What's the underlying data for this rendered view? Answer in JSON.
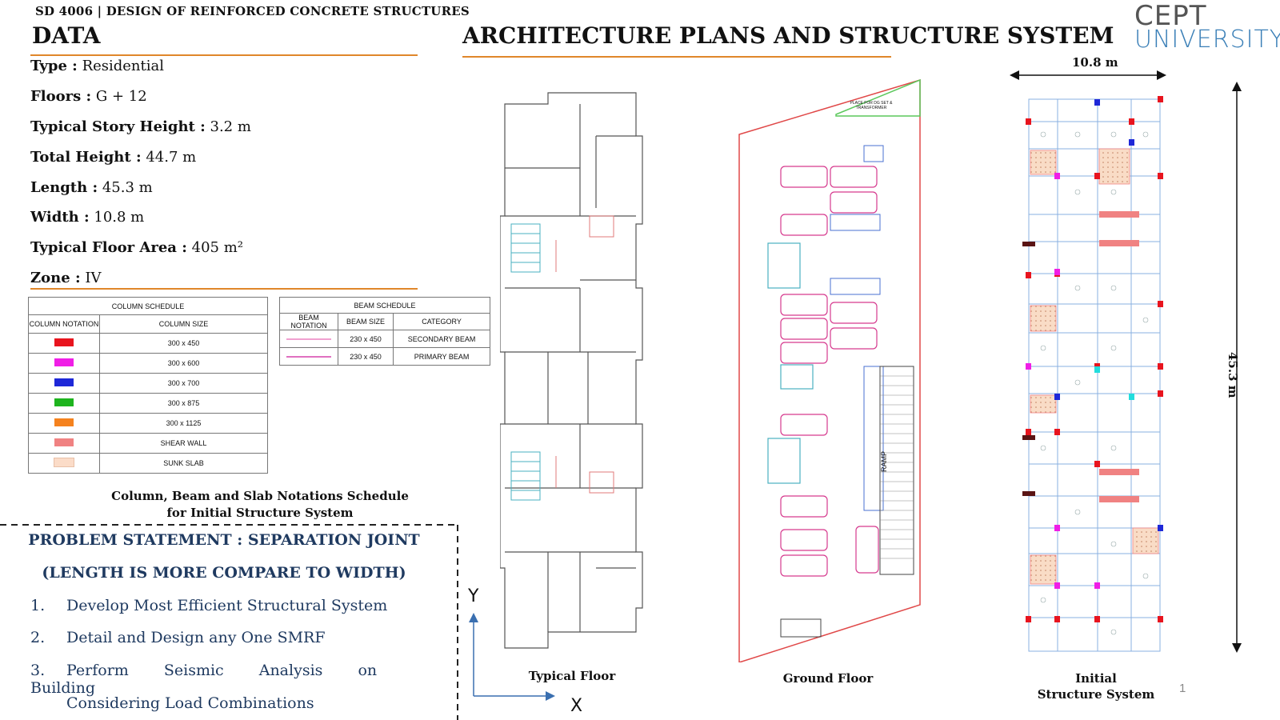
{
  "header": {
    "course": "SD 4006  |  DESIGN OF REINFORCED CONCRETE STRUCTURES",
    "data_title": "DATA",
    "arch_title": "ARCHITECTURE PLANS AND STRUCTURE SYSTEM",
    "logo_line1": "CEPT",
    "logo_line2": "UNIVERSITY"
  },
  "data_items": [
    {
      "label": "Type :",
      "value": "Residential"
    },
    {
      "label": "Floors :",
      "value": "G + 12"
    },
    {
      "label": "Typical Story Height :",
      "value": "3.2 m"
    },
    {
      "label": "Total Height :",
      "value": "44.7 m"
    },
    {
      "label": "Length :",
      "value": "45.3 m"
    },
    {
      "label": "Width :",
      "value": "10.8 m"
    },
    {
      "label": "Typical Floor Area :",
      "value": "405 m²"
    },
    {
      "label": "Zone :",
      "value": "IV"
    }
  ],
  "column_schedule": {
    "title": "COLUMN SCHEDULE",
    "headers": [
      "COLUMN NOTATION",
      "COLUMN SIZE"
    ],
    "rows": [
      {
        "color": "#e8141e",
        "size": "300 x 450"
      },
      {
        "color": "#f01ee6",
        "size": "300 x 600"
      },
      {
        "color": "#1e28d8",
        "size": "300 x 700"
      },
      {
        "color": "#1eb41e",
        "size": "300 x 875"
      },
      {
        "color": "#f5821e",
        "size": "300 x 1125"
      },
      {
        "color": "#f08282",
        "size": "SHEAR WALL"
      },
      {
        "color": "#fbdcc8",
        "size": "SUNK SLAB"
      }
    ]
  },
  "beam_schedule": {
    "title": "BEAM SCHEDULE",
    "headers": [
      "BEAM NOTATION",
      "BEAM SIZE",
      "CATEGORY"
    ],
    "rows": [
      {
        "color": "#f0a0d0",
        "size": "230 x 450",
        "category": "SECONDARY BEAM"
      },
      {
        "color": "#e070c0",
        "size": "230 x 450",
        "category": "PRIMARY BEAM"
      }
    ]
  },
  "schedule_caption_line1": "Column, Beam and Slab Notations Schedule",
  "schedule_caption_line2": "for Initial Structure System",
  "problem": {
    "title_line1": "PROBLEM STATEMENT : SEPARATION JOINT",
    "title_line2": "(LENGTH IS MORE COMPARE TO WIDTH)",
    "items": [
      {
        "num": "1.",
        "text": "Develop Most Efficient Structural System"
      },
      {
        "num": "2.",
        "text": "Detail and Design any One SMRF"
      },
      {
        "num": "3.",
        "text": "Perform Seismic Analysis on Building"
      }
    ],
    "item3_cont": "Considering Load Combinations"
  },
  "axes": {
    "y": "Y",
    "x": "X"
  },
  "figures": {
    "typical_floor": "Typical Floor",
    "ground_floor": "Ground Floor",
    "structure_line1": "Initial",
    "structure_line2": "Structure System",
    "width_dim": "10.8 m",
    "length_dim": "45.3 m",
    "ramp_label": "RAMP",
    "ground_note": "PLACE FOR DG SET & TRANSFORMER"
  },
  "page_number": "1",
  "colors": {
    "accent": "#e0862a",
    "navy": "#1f3a60",
    "logo_blue": "#3a7fb7"
  }
}
